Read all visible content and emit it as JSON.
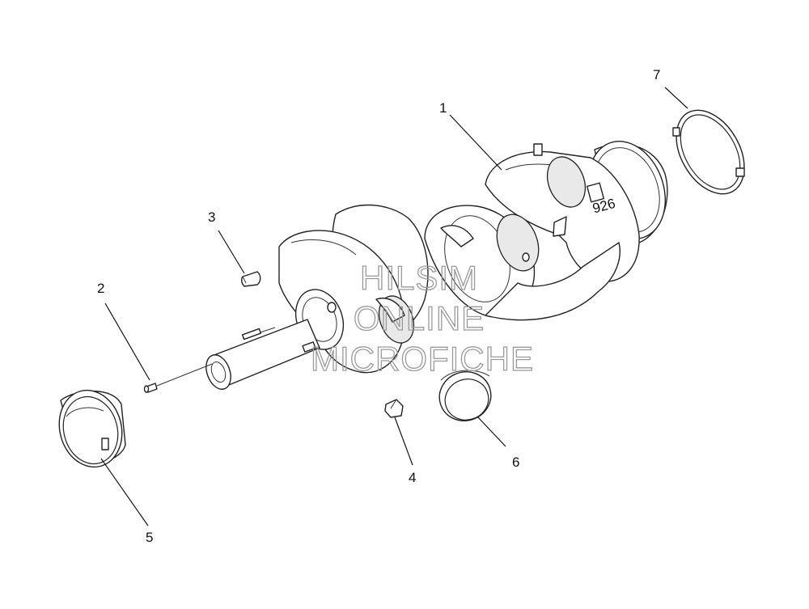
{
  "callouts": [
    {
      "id": "1",
      "label": "1"
    },
    {
      "id": "2",
      "label": "2"
    },
    {
      "id": "3",
      "label": "3"
    },
    {
      "id": "4",
      "label": "4"
    },
    {
      "id": "5",
      "label": "5"
    },
    {
      "id": "6",
      "label": "6"
    },
    {
      "id": "7",
      "label": "7"
    }
  ],
  "crank_marking": "926",
  "watermark": {
    "line1": "HILSIM",
    "line2": "ONLINE",
    "line3": "MICROFICHE"
  }
}
